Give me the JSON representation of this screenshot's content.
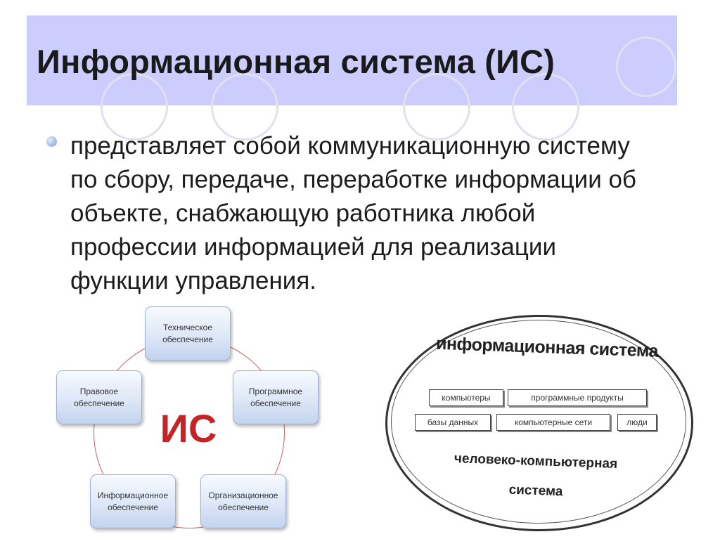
{
  "slide": {
    "title": "Информационная система (ИС)",
    "bullet": "представляет собой коммуникационную систему по сбору, передаче, переработке информации об объекте, снабжающую работника любой профессии информацией для реализации функции управления."
  },
  "diagram": {
    "center_label": "ИС",
    "nodes": [
      {
        "line1": "Техническое",
        "line2": "обеспечение"
      },
      {
        "line1": "Программное",
        "line2": "обеспечение"
      },
      {
        "line1": "Организационное",
        "line2": "обеспечение"
      },
      {
        "line1": "Информационное",
        "line2": "обеспечение"
      },
      {
        "line1": "Правовое",
        "line2": "обеспечение"
      }
    ]
  },
  "sketch": {
    "title": "информационная система",
    "boxes": [
      "компьютеры",
      "программные продукты",
      "базы данных",
      "компьютерные сети",
      "люди"
    ],
    "subtitle_line1": "человеко-компьютерная",
    "subtitle_line2": "система"
  },
  "colors": {
    "banner": "#ccccff",
    "center_label": "#c62326",
    "ring": "#c06060"
  }
}
